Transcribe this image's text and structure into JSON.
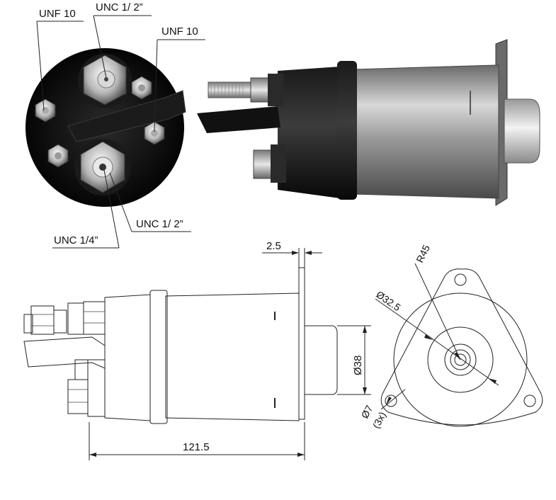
{
  "photo_callouts": {
    "unf10_top_left": "UNF 10",
    "unc12_top": "UNC 1/ 2”",
    "unf10_right": "UNF 10",
    "unc12_bottom": "UNC 1/ 2”",
    "unc14_bottom": "UNC 1/4”"
  },
  "dimensions": {
    "flange_thickness": "2.5",
    "overall_length": "121.5",
    "nose_diameter": "Ø38",
    "flange_radius": "R45",
    "bolt_circle": "Ø32.5",
    "hole_diameter": "Ø7",
    "hole_count": "(3x)"
  }
}
